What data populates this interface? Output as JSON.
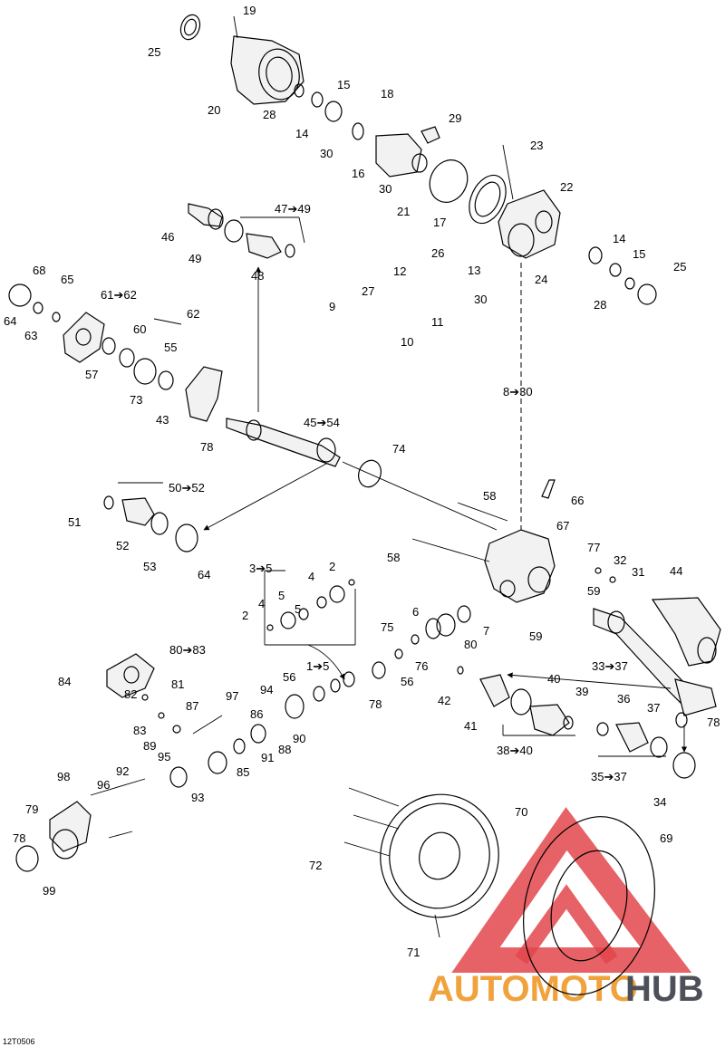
{
  "diagram_id": "12T0506",
  "watermark": {
    "word1": "AUTOMOTO",
    "word2": "HUB"
  },
  "labels": [
    {
      "id": "l19",
      "text": "19"
    },
    {
      "id": "l25a",
      "text": "25"
    },
    {
      "id": "l15a",
      "text": "15"
    },
    {
      "id": "l18",
      "text": "18"
    },
    {
      "id": "l20",
      "text": "20"
    },
    {
      "id": "l28a",
      "text": "28"
    },
    {
      "id": "l14a",
      "text": "14"
    },
    {
      "id": "l29",
      "text": "29"
    },
    {
      "id": "l30a",
      "text": "30"
    },
    {
      "id": "l16",
      "text": "16"
    },
    {
      "id": "l23",
      "text": "23"
    },
    {
      "id": "l30b",
      "text": "30"
    },
    {
      "id": "l22",
      "text": "22"
    },
    {
      "id": "l21",
      "text": "21"
    },
    {
      "id": "l17",
      "text": "17"
    },
    {
      "id": "l47",
      "text": "47➔49"
    },
    {
      "id": "l46",
      "text": "46"
    },
    {
      "id": "l49",
      "text": "49"
    },
    {
      "id": "l48",
      "text": "48"
    },
    {
      "id": "l14b",
      "text": "14"
    },
    {
      "id": "l26",
      "text": "26"
    },
    {
      "id": "l15b",
      "text": "15"
    },
    {
      "id": "l25b",
      "text": "25"
    },
    {
      "id": "l13",
      "text": "13"
    },
    {
      "id": "l24",
      "text": "24"
    },
    {
      "id": "l68",
      "text": "68"
    },
    {
      "id": "l65",
      "text": "65"
    },
    {
      "id": "l12",
      "text": "12"
    },
    {
      "id": "l30c",
      "text": "30"
    },
    {
      "id": "l28b",
      "text": "28"
    },
    {
      "id": "l61",
      "text": "61➔62"
    },
    {
      "id": "l27",
      "text": "27"
    },
    {
      "id": "l64a",
      "text": "64"
    },
    {
      "id": "l62",
      "text": "62"
    },
    {
      "id": "l9",
      "text": "9"
    },
    {
      "id": "l11",
      "text": "11"
    },
    {
      "id": "l60",
      "text": "60"
    },
    {
      "id": "l63",
      "text": "63"
    },
    {
      "id": "l10",
      "text": "10"
    },
    {
      "id": "l55",
      "text": "55"
    },
    {
      "id": "l57",
      "text": "57"
    },
    {
      "id": "l73",
      "text": "73"
    },
    {
      "id": "l8",
      "text": "8➔30"
    },
    {
      "id": "l43",
      "text": "43"
    },
    {
      "id": "l45",
      "text": "45➔54"
    },
    {
      "id": "l78a",
      "text": "78"
    },
    {
      "id": "l74",
      "text": "74"
    },
    {
      "id": "l50",
      "text": "50➔52"
    },
    {
      "id": "l58a",
      "text": "58"
    },
    {
      "id": "l66",
      "text": "66"
    },
    {
      "id": "l51",
      "text": "51"
    },
    {
      "id": "l67",
      "text": "67"
    },
    {
      "id": "l52",
      "text": "52"
    },
    {
      "id": "l58b",
      "text": "58"
    },
    {
      "id": "l77",
      "text": "77"
    },
    {
      "id": "l53",
      "text": "53"
    },
    {
      "id": "l64b",
      "text": "64"
    },
    {
      "id": "l32",
      "text": "32"
    },
    {
      "id": "l44",
      "text": "44"
    },
    {
      "id": "l3",
      "text": "3➔5"
    },
    {
      "id": "l2a",
      "text": "2"
    },
    {
      "id": "l31",
      "text": "31"
    },
    {
      "id": "l4a",
      "text": "4"
    },
    {
      "id": "l5a",
      "text": "5"
    },
    {
      "id": "l59a",
      "text": "59"
    },
    {
      "id": "l4b",
      "text": "4"
    },
    {
      "id": "l5b",
      "text": "5"
    },
    {
      "id": "l2b",
      "text": "2"
    },
    {
      "id": "l6",
      "text": "6"
    },
    {
      "id": "l7",
      "text": "7"
    },
    {
      "id": "l75",
      "text": "75"
    },
    {
      "id": "l80a",
      "text": "80"
    },
    {
      "id": "l59b",
      "text": "59"
    },
    {
      "id": "l80b",
      "text": "80➔83"
    },
    {
      "id": "l33",
      "text": "33➔37"
    },
    {
      "id": "l76",
      "text": "76"
    },
    {
      "id": "l1",
      "text": "1➔5"
    },
    {
      "id": "l84",
      "text": "84"
    },
    {
      "id": "l56a",
      "text": "56"
    },
    {
      "id": "l56b",
      "text": "56"
    },
    {
      "id": "l81",
      "text": "81"
    },
    {
      "id": "l42",
      "text": "42"
    },
    {
      "id": "l40a",
      "text": "40"
    },
    {
      "id": "l94",
      "text": "94"
    },
    {
      "id": "l97",
      "text": "97"
    },
    {
      "id": "l78b",
      "text": "78"
    },
    {
      "id": "l39",
      "text": "39"
    },
    {
      "id": "l82",
      "text": "82"
    },
    {
      "id": "l86",
      "text": "86"
    },
    {
      "id": "l36",
      "text": "36"
    },
    {
      "id": "l87",
      "text": "87"
    },
    {
      "id": "l41",
      "text": "41"
    },
    {
      "id": "l37",
      "text": "37"
    },
    {
      "id": "l83",
      "text": "83"
    },
    {
      "id": "l78c",
      "text": "78"
    },
    {
      "id": "l89",
      "text": "89"
    },
    {
      "id": "l90",
      "text": "90"
    },
    {
      "id": "l88",
      "text": "88"
    },
    {
      "id": "l38",
      "text": "38➔40"
    },
    {
      "id": "l95",
      "text": "95"
    },
    {
      "id": "l91",
      "text": "91"
    },
    {
      "id": "l92",
      "text": "92"
    },
    {
      "id": "l85",
      "text": "85"
    },
    {
      "id": "l35",
      "text": "35➔37"
    },
    {
      "id": "l98",
      "text": "98"
    },
    {
      "id": "l96",
      "text": "96"
    },
    {
      "id": "l93",
      "text": "93"
    },
    {
      "id": "l34",
      "text": "34"
    },
    {
      "id": "l79",
      "text": "79"
    },
    {
      "id": "l70",
      "text": "70"
    },
    {
      "id": "l69",
      "text": "69"
    },
    {
      "id": "l78d",
      "text": "78"
    },
    {
      "id": "l72",
      "text": "72"
    },
    {
      "id": "l99",
      "text": "99"
    },
    {
      "id": "l71",
      "text": "71"
    }
  ]
}
